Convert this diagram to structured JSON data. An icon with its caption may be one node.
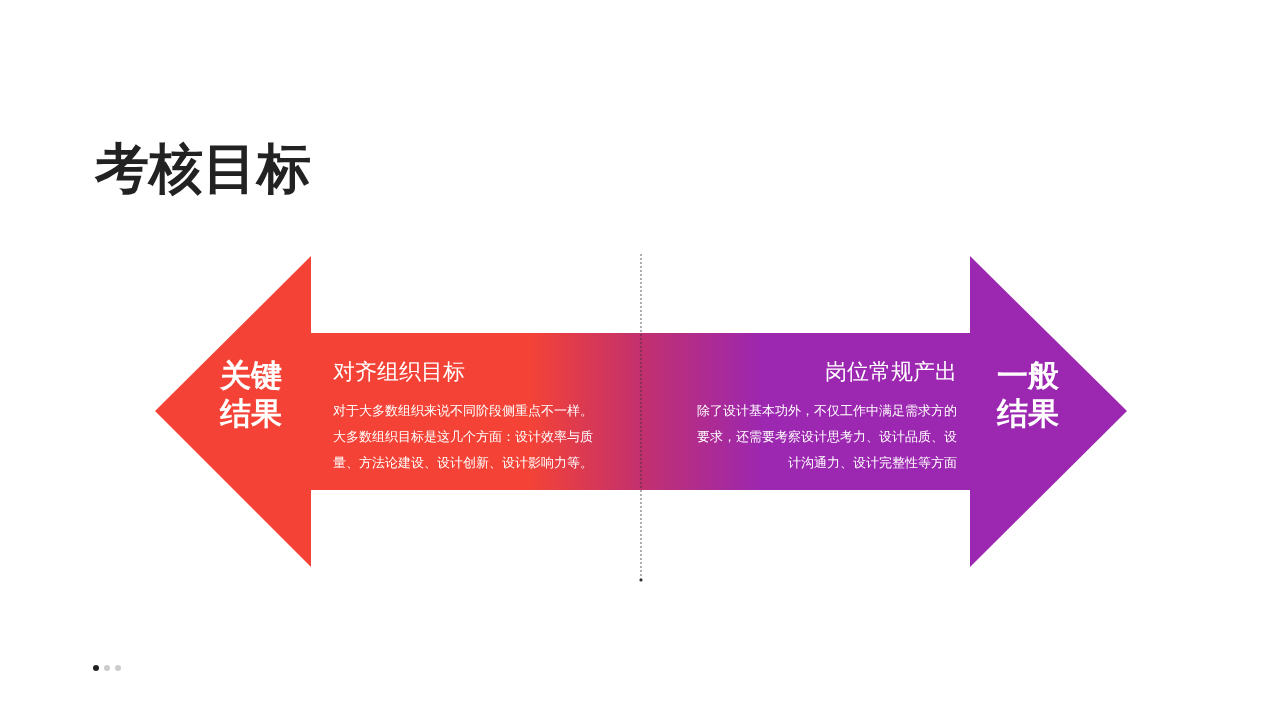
{
  "diagram": {
    "title": "考核目标",
    "nodes": [
      {
        "text": [
          "关键结果",
          "对齐组织目标",
          "对于大多数组织来说不同阶段侧重点不一样。大多数组织目标是这几个方面：设计效率与质量、方法论建设、设计创新、设计影响力等。"
        ]
      },
      {
        "text": [
          "岗位常规产出",
          "除了设计基本功外，不仅工作中满足需求方的要求，还需要考察设计思考力、设计品质、设计沟通力、设计完整性等方面",
          "一般结果"
        ]
      }
    ]
  }
}
